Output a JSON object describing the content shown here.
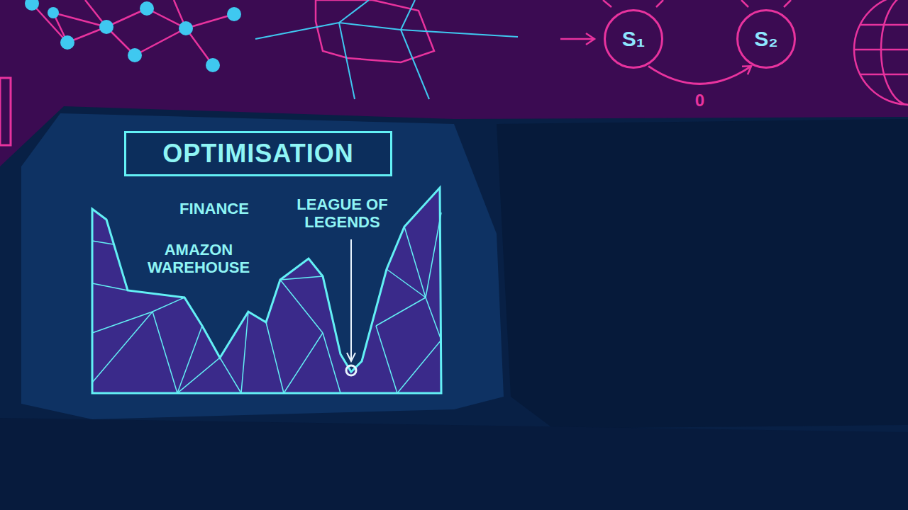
{
  "diagram": {
    "nodes": [
      {
        "text": [
          "S₁"
        ]
      },
      {
        "text": [
          "S₂"
        ]
      },
      {
        "text": [
          "OPTIMISATION"
        ]
      }
    ],
    "edges": [
      {
        "from": 0,
        "to": 1,
        "arrow": "to",
        "label": "0"
      }
    ],
    "labels": [
      "FINANCE",
      "AMAZON WAREHOUSE",
      "LEAGUE OF LEGENDS"
    ]
  }
}
